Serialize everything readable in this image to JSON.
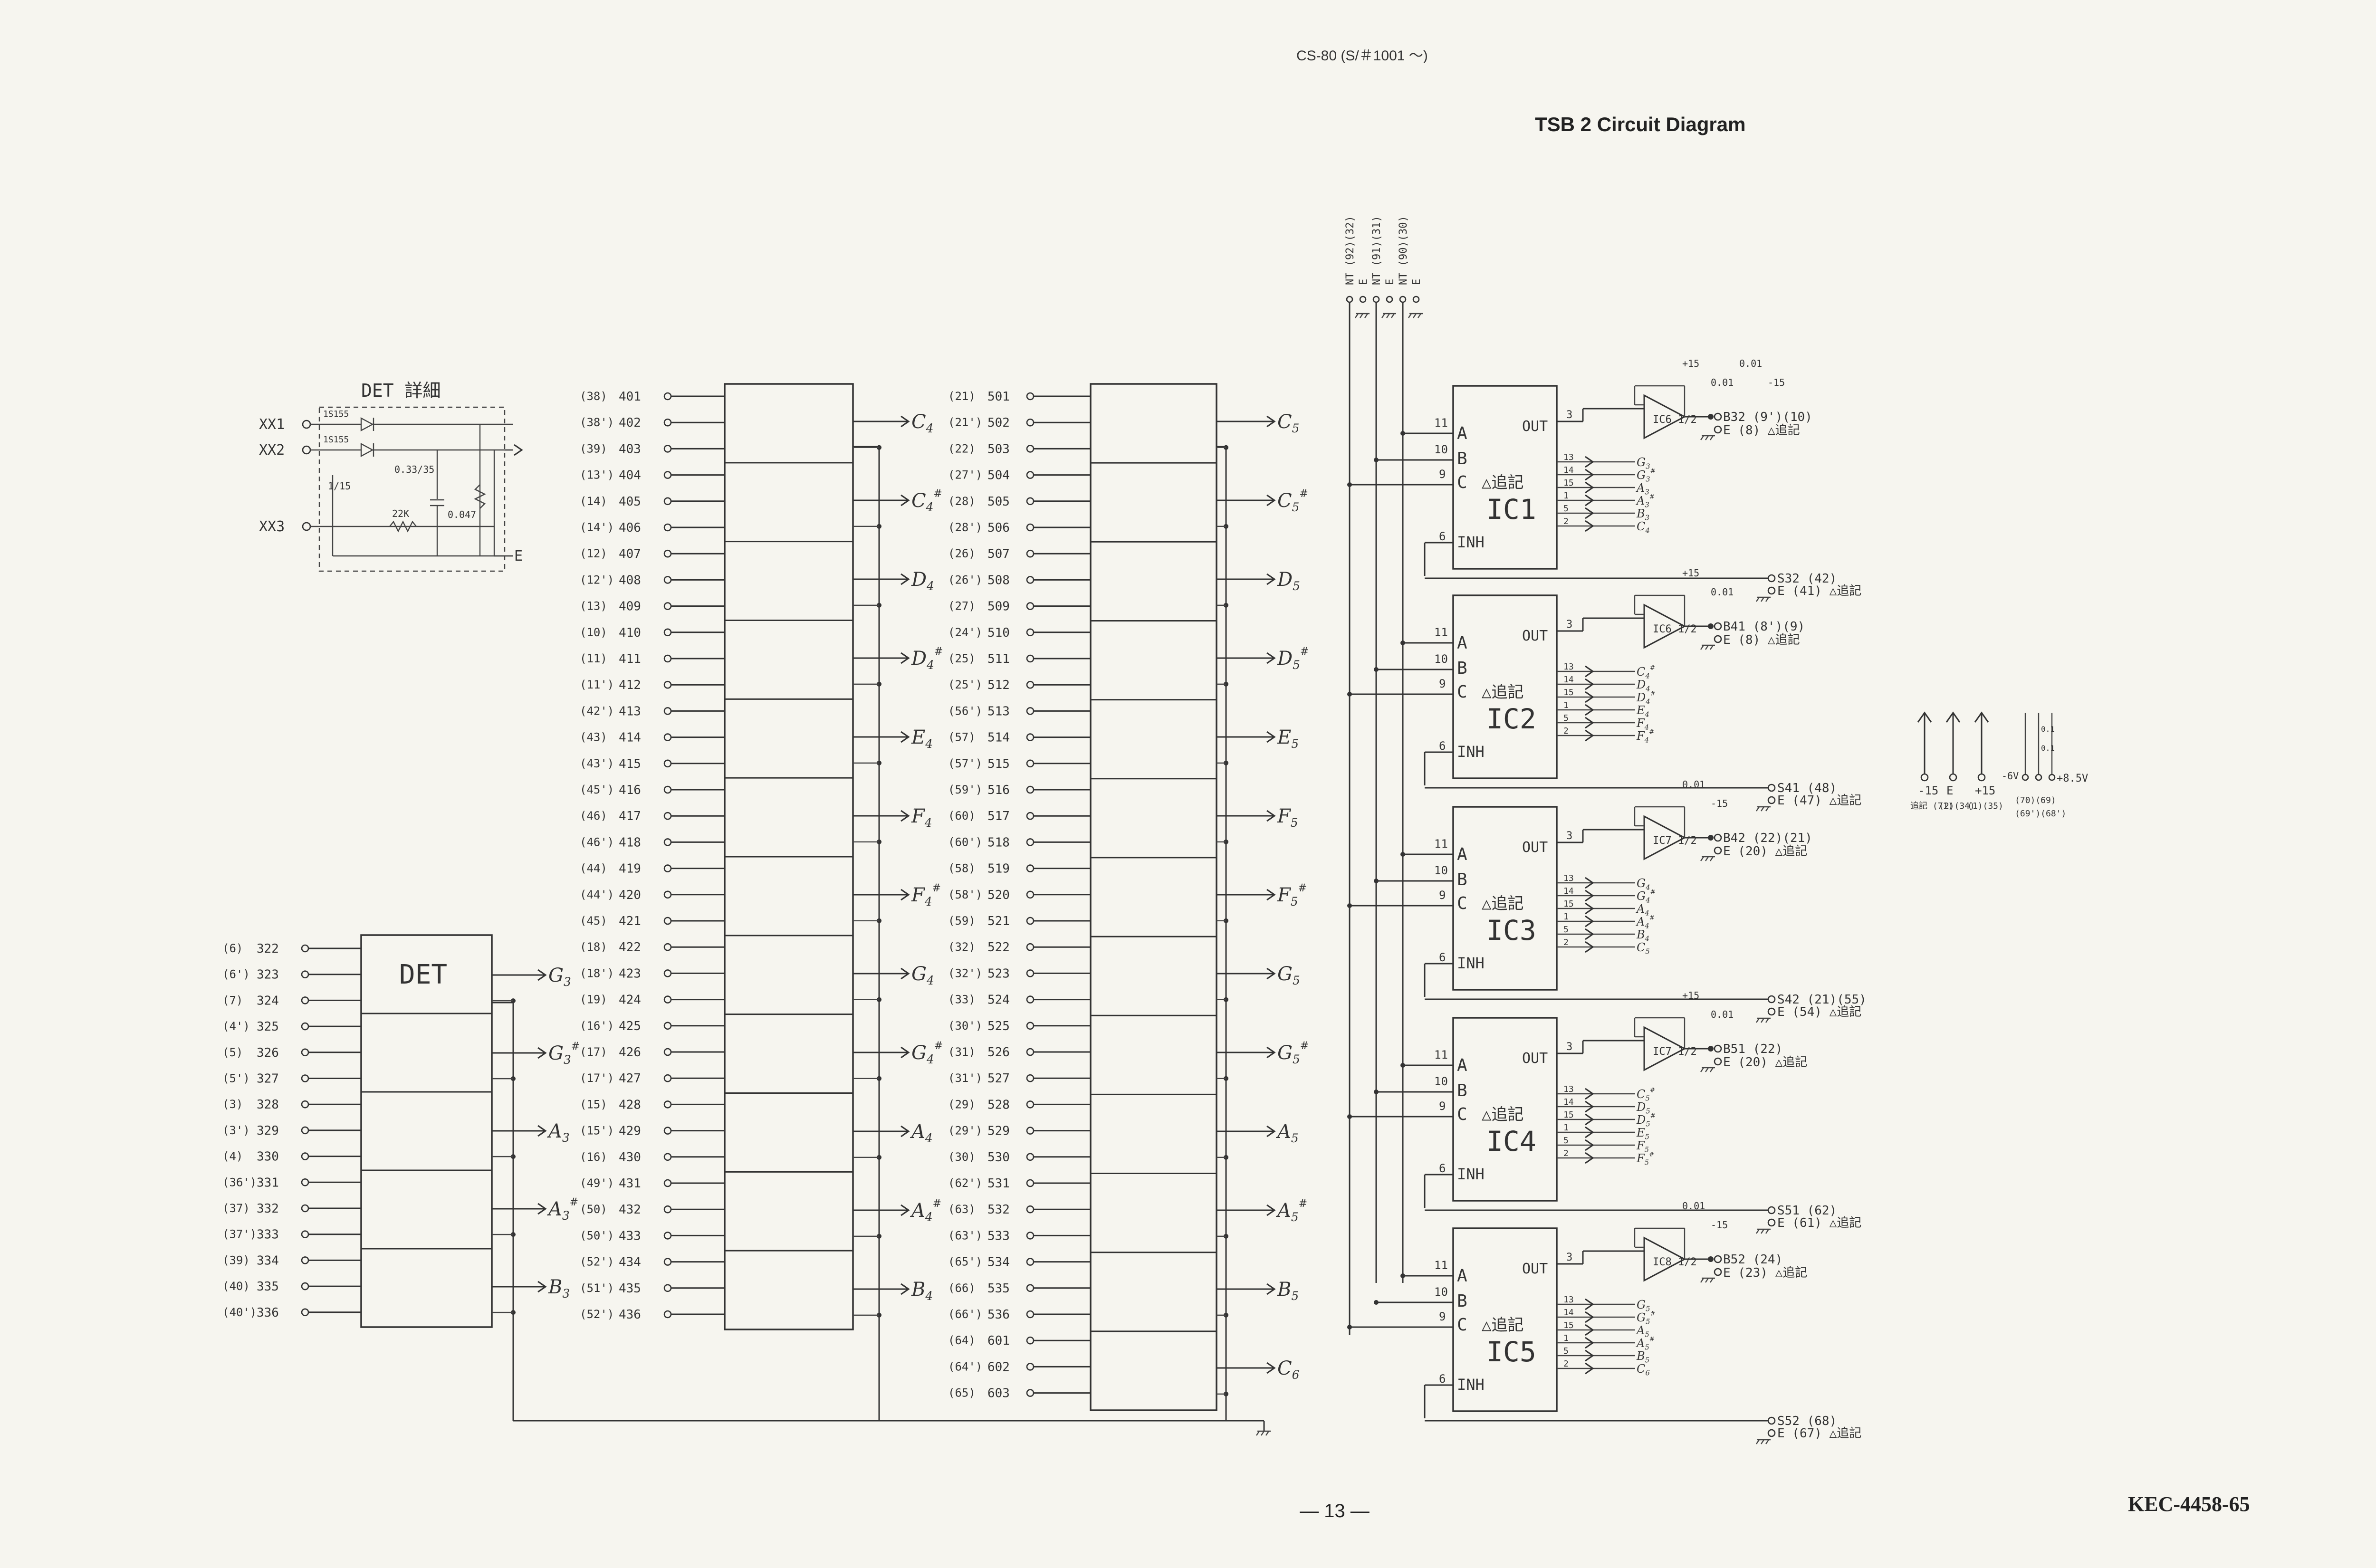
{
  "header": {
    "model": "CS-80 (S/＃1001 ～)",
    "title": "TSB 2 Circuit Diagram"
  },
  "footer": {
    "page_number": "— 13 —",
    "doc_id": "KEC-4458-65"
  },
  "det_detail": {
    "title": "DET 詳細",
    "inputs": [
      "XX1",
      "XX2",
      "XX3"
    ],
    "components": [
      "1S155",
      "1S155",
      "0.33/35",
      "1/15",
      "0.047",
      "22K"
    ],
    "output": "E"
  },
  "det_block": {
    "label": "DET",
    "inputs": [
      {
        "ref": "(6)",
        "num": "322"
      },
      {
        "ref": "(6')",
        "num": "323"
      },
      {
        "ref": "(7)",
        "num": "324"
      },
      {
        "ref": "(4')",
        "num": "325"
      },
      {
        "ref": "(5)",
        "num": "326"
      },
      {
        "ref": "(5')",
        "num": "327"
      },
      {
        "ref": "(3)",
        "num": "328"
      },
      {
        "ref": "(3')",
        "num": "329"
      },
      {
        "ref": "(4)",
        "num": "330"
      },
      {
        "ref": "(36')",
        "num": "331"
      },
      {
        "ref": "(37)",
        "num": "332"
      },
      {
        "ref": "(37')",
        "num": "333"
      },
      {
        "ref": "(39)",
        "num": "334"
      },
      {
        "ref": "(40)",
        "num": "335"
      },
      {
        "ref": "(40')",
        "num": "336"
      }
    ],
    "outputs": [
      "G3",
      "G3#",
      "A3",
      "A3#",
      "B3"
    ]
  },
  "block4": {
    "inputs": [
      {
        "ref": "(38)",
        "num": "401"
      },
      {
        "ref": "(38')",
        "num": "402"
      },
      {
        "ref": "(39)",
        "num": "403"
      },
      {
        "ref": "(13')",
        "num": "404"
      },
      {
        "ref": "(14)",
        "num": "405"
      },
      {
        "ref": "(14')",
        "num": "406"
      },
      {
        "ref": "(12)",
        "num": "407"
      },
      {
        "ref": "(12')",
        "num": "408"
      },
      {
        "ref": "(13)",
        "num": "409"
      },
      {
        "ref": "(10)",
        "num": "410"
      },
      {
        "ref": "(11)",
        "num": "411"
      },
      {
        "ref": "(11')",
        "num": "412"
      },
      {
        "ref": "(42')",
        "num": "413"
      },
      {
        "ref": "(43)",
        "num": "414"
      },
      {
        "ref": "(43')",
        "num": "415"
      },
      {
        "ref": "(45')",
        "num": "416"
      },
      {
        "ref": "(46)",
        "num": "417"
      },
      {
        "ref": "(46')",
        "num": "418"
      },
      {
        "ref": "(44)",
        "num": "419"
      },
      {
        "ref": "(44')",
        "num": "420"
      },
      {
        "ref": "(45)",
        "num": "421"
      },
      {
        "ref": "(18)",
        "num": "422"
      },
      {
        "ref": "(18')",
        "num": "423"
      },
      {
        "ref": "(19)",
        "num": "424"
      },
      {
        "ref": "(16')",
        "num": "425"
      },
      {
        "ref": "(17)",
        "num": "426"
      },
      {
        "ref": "(17')",
        "num": "427"
      },
      {
        "ref": "(15)",
        "num": "428"
      },
      {
        "ref": "(15')",
        "num": "429"
      },
      {
        "ref": "(16)",
        "num": "430"
      },
      {
        "ref": "(49')",
        "num": "431"
      },
      {
        "ref": "(50)",
        "num": "432"
      },
      {
        "ref": "(50')",
        "num": "433"
      },
      {
        "ref": "(52')",
        "num": "434"
      },
      {
        "ref": "(51')",
        "num": "435"
      },
      {
        "ref": "(52')",
        "num": "436"
      }
    ],
    "outputs": [
      "C4",
      "C4#",
      "D4",
      "D4#",
      "E4",
      "F4",
      "F4#",
      "G4",
      "G4#",
      "A4",
      "A4#",
      "B4"
    ]
  },
  "block5": {
    "inputs": [
      {
        "ref": "(21)",
        "num": "501"
      },
      {
        "ref": "(21')",
        "num": "502"
      },
      {
        "ref": "(22)",
        "num": "503"
      },
      {
        "ref": "(27')",
        "num": "504"
      },
      {
        "ref": "(28)",
        "num": "505"
      },
      {
        "ref": "(28')",
        "num": "506"
      },
      {
        "ref": "(26)",
        "num": "507"
      },
      {
        "ref": "(26')",
        "num": "508"
      },
      {
        "ref": "(27)",
        "num": "509"
      },
      {
        "ref": "(24')",
        "num": "510"
      },
      {
        "ref": "(25)",
        "num": "511"
      },
      {
        "ref": "(25')",
        "num": "512"
      },
      {
        "ref": "(56')",
        "num": "513"
      },
      {
        "ref": "(57)",
        "num": "514"
      },
      {
        "ref": "(57')",
        "num": "515"
      },
      {
        "ref": "(59')",
        "num": "516"
      },
      {
        "ref": "(60)",
        "num": "517"
      },
      {
        "ref": "(60')",
        "num": "518"
      },
      {
        "ref": "(58)",
        "num": "519"
      },
      {
        "ref": "(58')",
        "num": "520"
      },
      {
        "ref": "(59)",
        "num": "521"
      },
      {
        "ref": "(32)",
        "num": "522"
      },
      {
        "ref": "(32')",
        "num": "523"
      },
      {
        "ref": "(33)",
        "num": "524"
      },
      {
        "ref": "(30')",
        "num": "525"
      },
      {
        "ref": "(31)",
        "num": "526"
      },
      {
        "ref": "(31')",
        "num": "527"
      },
      {
        "ref": "(29)",
        "num": "528"
      },
      {
        "ref": "(29')",
        "num": "529"
      },
      {
        "ref": "(30)",
        "num": "530"
      },
      {
        "ref": "(62')",
        "num": "531"
      },
      {
        "ref": "(63)",
        "num": "532"
      },
      {
        "ref": "(63')",
        "num": "533"
      },
      {
        "ref": "(65')",
        "num": "534"
      },
      {
        "ref": "(66)",
        "num": "535"
      },
      {
        "ref": "(66')",
        "num": "536"
      },
      {
        "ref": "(64)",
        "num": "601"
      },
      {
        "ref": "(64')",
        "num": "602"
      },
      {
        "ref": "(65)",
        "num": "603"
      }
    ],
    "outputs": [
      "C5",
      "C5#",
      "D5",
      "D5#",
      "E5",
      "F5",
      "F5#",
      "G5",
      "G5#",
      "A5",
      "A5#",
      "B5",
      "C6"
    ]
  },
  "top_inputs": [
    "NT (92)(32)",
    "E",
    "NT (91)(31)",
    "E",
    "NT (90)(30)",
    "E"
  ],
  "ics": [
    {
      "name": "IC1",
      "pins": [
        "11",
        "10",
        "9",
        "6",
        "3",
        "13",
        "14",
        "15",
        "1",
        "5",
        "2"
      ],
      "ab": [
        "A",
        "B",
        "C",
        "INH",
        "OUT"
      ],
      "note": "△追記",
      "inputs": [
        "G3",
        "G3#",
        "A3",
        "A3#",
        "B3",
        "C4"
      ],
      "buffer": "IC6 1/2",
      "outputs": [
        "B32 (9')(10)",
        "E (8) △追記",
        "S32 (42)",
        "E (41) △追記"
      ],
      "extra": [
        "+15",
        "0.01",
        "0.01",
        "-15"
      ]
    },
    {
      "name": "IC2",
      "pins": [
        "11",
        "10",
        "9",
        "6",
        "3",
        "13",
        "14",
        "15",
        "1",
        "5",
        "2"
      ],
      "ab": [
        "A",
        "B",
        "C",
        "INH",
        "OUT"
      ],
      "note": "△追記",
      "inputs": [
        "C4#",
        "D4",
        "D4#",
        "E4",
        "F4",
        "F4#"
      ],
      "buffer": "IC6 1/2",
      "outputs": [
        "B41 (8')(9)",
        "E (8) △追記",
        "S41 (48)",
        "E (47) △追記"
      ],
      "extra": [
        "+15",
        "0.01"
      ]
    },
    {
      "name": "IC3",
      "pins": [
        "11",
        "10",
        "9",
        "6",
        "3",
        "13",
        "14",
        "15",
        "1",
        "5",
        "2"
      ],
      "ab": [
        "A",
        "B",
        "C",
        "INH",
        "OUT"
      ],
      "note": "△追記",
      "inputs": [
        "G4",
        "G4#",
        "A4",
        "A4#",
        "B4",
        "C5"
      ],
      "buffer": "IC7 1/2",
      "outputs": [
        "B42 (22)(21)",
        "E (20) △追記",
        "S42 (21)(55)",
        "E (54) △追記"
      ],
      "extra": [
        "0.01",
        "-15"
      ]
    },
    {
      "name": "IC4",
      "pins": [
        "11",
        "10",
        "9",
        "6",
        "3",
        "13",
        "14",
        "15",
        "1",
        "5",
        "2"
      ],
      "ab": [
        "A",
        "B",
        "C",
        "INH",
        "OUT"
      ],
      "note": "△追記",
      "inputs": [
        "C5#",
        "D5",
        "D5#",
        "E5",
        "F5",
        "F5#"
      ],
      "buffer": "IC7 1/2",
      "outputs": [
        "B51 (22)",
        "E (20) △追記",
        "S51 (62)",
        "E (61) △追記"
      ],
      "extra": [
        "+15",
        "0.01"
      ]
    },
    {
      "name": "IC5",
      "pins": [
        "11",
        "10",
        "9",
        "6",
        "3",
        "13",
        "14",
        "15",
        "1",
        "5",
        "2"
      ],
      "ab": [
        "A",
        "B",
        "C",
        "INH",
        "OUT"
      ],
      "note": "△追記",
      "inputs": [
        "G5",
        "G5#",
        "A5",
        "A5#",
        "B5",
        "C6"
      ],
      "buffer": "IC8 1/2",
      "outputs": [
        "B52 (24)",
        "E (23) △追記",
        "S52 (68)",
        "E (67) △追記"
      ],
      "extra": [
        "0.01",
        "-15"
      ]
    }
  ],
  "power": {
    "labels": [
      "-15",
      "E",
      "+15"
    ],
    "refs": [
      "追記 (71)",
      "(2)(34)",
      "(1)(35)"
    ],
    "cap": [
      "0.1",
      "0.1"
    ],
    "extra": [
      "-6V",
      "+8.5V",
      "(70)(69)",
      "(69')(68')"
    ]
  }
}
